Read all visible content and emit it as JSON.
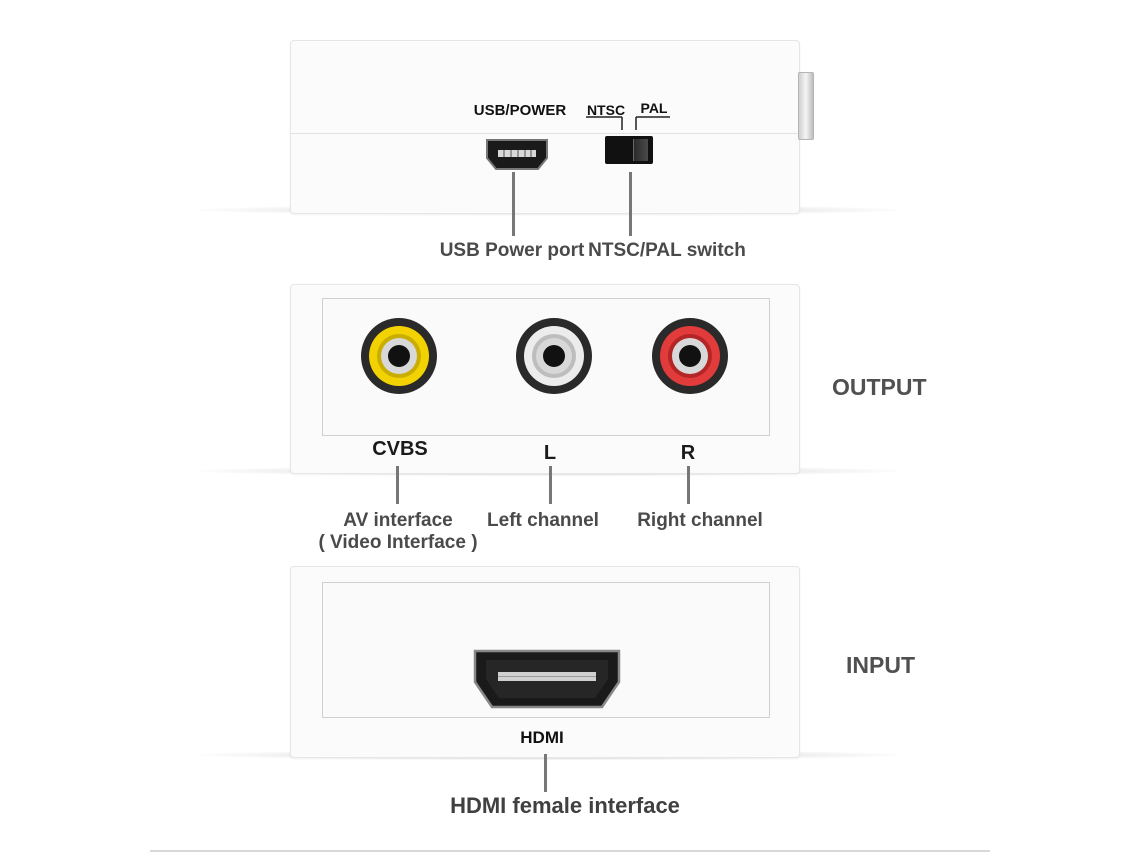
{
  "top_panel": {
    "usb_port_label": "USB/POWER",
    "switch_ntsc_label": "NTSC",
    "switch_pal_label": "PAL",
    "usb_callout": "USB Power port",
    "switch_callout": "NTSC/PAL switch"
  },
  "output_panel": {
    "side_label": "OUTPUT",
    "ports": [
      {
        "label": "CVBS",
        "color": "#f2d200",
        "callout_line1": "AV interface",
        "callout_line2": "( Video Interface )"
      },
      {
        "label": "L",
        "color": "#e8e8e8",
        "callout_line1": "Left channel"
      },
      {
        "label": "R",
        "color": "#e23b3b",
        "callout_line1": "Right channel"
      }
    ]
  },
  "input_panel": {
    "side_label": "INPUT",
    "port_label": "HDMI",
    "callout": "HDMI female interface"
  },
  "icons": {
    "usb": "mini-usb-port-icon",
    "switch": "slide-switch-icon",
    "rca": "rca-jack-icon",
    "hdmi": "hdmi-port-icon"
  }
}
